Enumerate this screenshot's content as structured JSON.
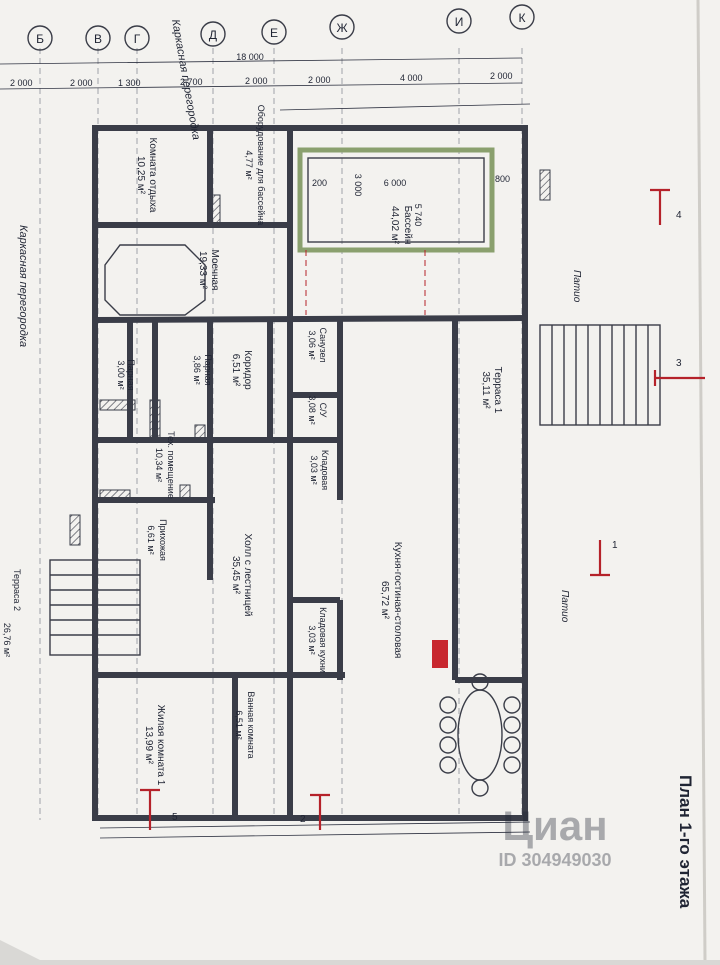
{
  "sheet_title": "План 1-го этажа",
  "watermark": {
    "brand": "Циан",
    "id": "ID 304949030"
  },
  "axes": [
    "Б",
    "В",
    "Г",
    "Д",
    "Е",
    "Ж",
    "И",
    "К"
  ],
  "overall_dimension": "18 000",
  "top_dimensions": [
    "2 000",
    "2 000",
    "1 300",
    "2 700",
    "2 000",
    "2 000",
    "4 000",
    "2 000"
  ],
  "rooms": [
    {
      "name": "Комната отдыха",
      "area": "10,25 м²"
    },
    {
      "name": "Оборудование для бассейна",
      "area": "4,77 м²"
    },
    {
      "name": "Бассейн",
      "area": "44,02 м²"
    },
    {
      "name": "Моечная",
      "area": "19,33 м²"
    },
    {
      "name": "Парная",
      "area": "3,86 м²"
    },
    {
      "name": "Парная",
      "area": "3,00 м²"
    },
    {
      "name": "Коридор",
      "area": "6,51 м²"
    },
    {
      "name": "Санузел",
      "area": "3,06 м²"
    },
    {
      "name": "С/У",
      "area": "3,08 м²"
    },
    {
      "name": "Тех. помещение",
      "area": "10,34 м²"
    },
    {
      "name": "Кладовая",
      "area": "3,03 м²"
    },
    {
      "name": "Прихожая",
      "area": "6,61 м²"
    },
    {
      "name": "Холл с лестницей",
      "area": "35,45 м²"
    },
    {
      "name": "Кладовая кухни",
      "area": "3,03 м²"
    },
    {
      "name": "Кухня-гостиная-столовая",
      "area": "65,72 м²"
    },
    {
      "name": "Терраса 1",
      "area": "35,11 м²"
    },
    {
      "name": "Терраса 2",
      "area": "26,76 м²"
    },
    {
      "name": "Жилая комната 1",
      "area": "13,99 м²"
    },
    {
      "name": "Ванная комната",
      "area": "6,51 м²"
    }
  ],
  "labels": {
    "frame_partition_top": "Каркасная перегородка",
    "frame_partition_left": "Каркасная перегородка",
    "patio_1": "Патио",
    "patio_2": "Патио"
  },
  "pool_dimensions": [
    "6 000",
    "5 740",
    "3 000",
    "200",
    "800"
  ],
  "section_marks": [
    "1",
    "2",
    "3",
    "4",
    "5"
  ]
}
